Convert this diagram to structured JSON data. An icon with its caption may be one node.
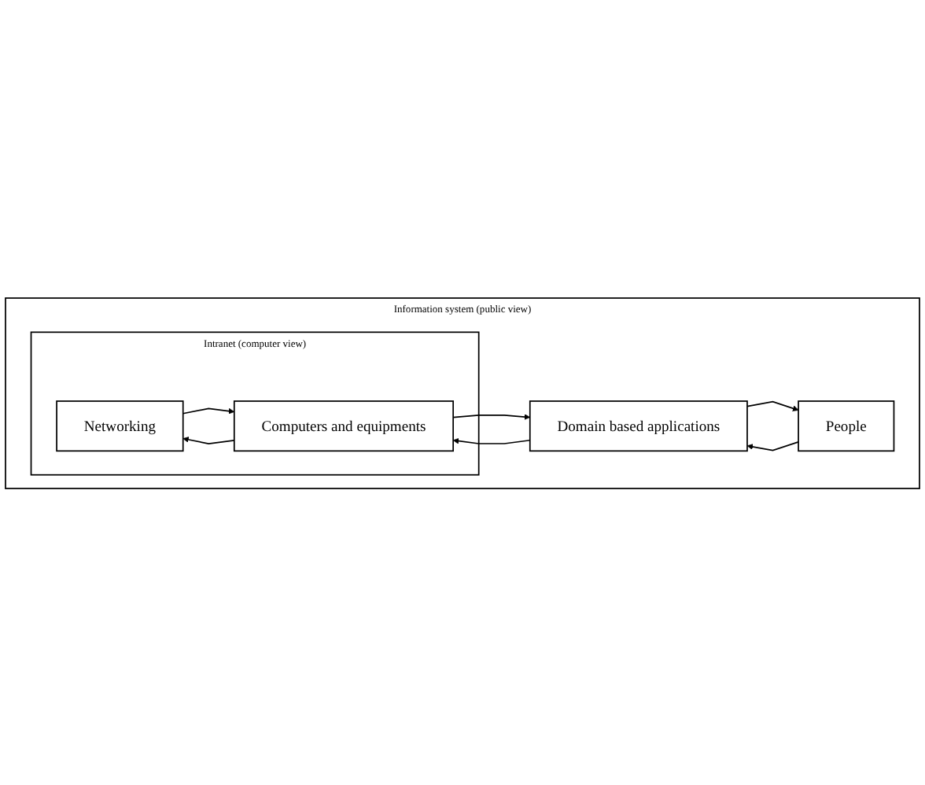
{
  "diagram": {
    "nodes": [
      {
        "text": [
          "Information system (public view)"
        ]
      },
      {
        "text": [
          "People"
        ],
        "in": 0
      },
      {
        "text": [
          "Domain based applications"
        ],
        "in": 0
      },
      {
        "text": [
          "Intranet (computer view)"
        ],
        "in": 0
      },
      {
        "text": [
          "Networking"
        ],
        "in": 3
      },
      {
        "text": [
          "Computers and equipments"
        ],
        "in": 3
      }
    ],
    "edges": [
      {
        "from": 1,
        "to": 2,
        "arrow": "to"
      },
      {
        "from": 2,
        "to": 1,
        "arrow": "to"
      },
      {
        "from": 2,
        "to": 5,
        "arrow": "to"
      },
      {
        "from": 5,
        "to": 2,
        "arrow": "to"
      },
      {
        "from": 4,
        "to": 5,
        "arrow": "to"
      },
      {
        "from": 5,
        "to": 4,
        "arrow": "to"
      }
    ]
  }
}
